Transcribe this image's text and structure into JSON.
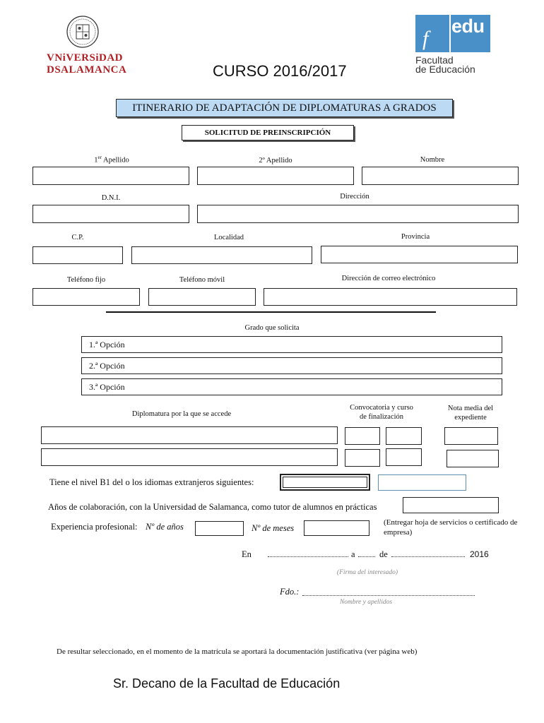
{
  "header": {
    "university_line1": "VNiVERSiDAD",
    "university_line2": "DSALAMANCA",
    "faculty_logo_text": "edu",
    "faculty_line1": "Facultad",
    "faculty_line2": "de Educación",
    "course": "CURSO 2016/2017"
  },
  "banner": {
    "title": "ITINERARIO DE ADAPTACIÓN DE DIPLOMATURAS A GRADOS",
    "subtitle": "SOLICITUD DE PREINSCRIPCIÓN"
  },
  "fields": {
    "apellido1_label": "1er Apellido",
    "apellido2_label": "2º Apellido",
    "nombre_label": "Nombre",
    "dni_label": "D.N.I.",
    "direccion_label": "Dirección",
    "cp_label": "C.P.",
    "localidad_label": "Localidad",
    "provincia_label": "Provincia",
    "telefono_fijo_label": "Teléfono fijo",
    "telefono_movil_label": "Teléfono móvil",
    "email_label": "Dirección de correo electrónico"
  },
  "grado": {
    "label": "Grado que solicita",
    "options": [
      "1.ª Opción",
      "2.ª Opción",
      "3.ª Opción"
    ]
  },
  "diplomatura": {
    "label": "Diplomatura por la que se accede",
    "convocatoria_label_1": "Convocatoria y curso",
    "convocatoria_label_2": "de finalización",
    "nota_label_1": "Nota media del",
    "nota_label_2": "expediente"
  },
  "extra": {
    "idiomas_label": "Tiene el nivel B1 del o los idiomas extranjeros siguientes:",
    "colaboracion_label": "Años de colaboración, con la Universidad de Salamanca, como tutor de alumnos en prácticas",
    "experiencia_label": "Experiencia profesional:",
    "anos_label": "Nº de años",
    "meses_label": "Nº de meses",
    "entregar_note": "(Entregar hoja de servicios o certificado de empresa)"
  },
  "signature": {
    "en_label": "En",
    "a_label": "a",
    "de_label": "de",
    "year": "2016",
    "firma_label": "(Firma del interesado)",
    "fdo_label": "Fdo.:",
    "nombre_apellidos_label": "Nombre y apellidos"
  },
  "footer": {
    "note": "De resultar seleccionado, en el momento de la matrícula se aportará la documentación justificativa (ver página web)",
    "addressee": "Sr. Decano de la Facultad de Educación"
  },
  "colors": {
    "banner_bg": "#bcdaf3",
    "university_red": "#b11f24",
    "edu_blue": "#4a90c8"
  }
}
